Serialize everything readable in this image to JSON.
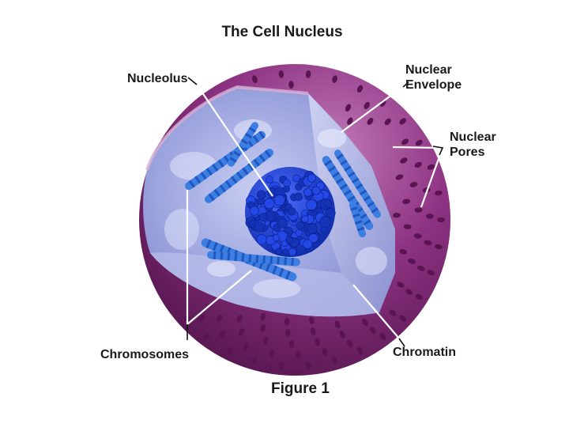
{
  "title": "The Cell Nucleus",
  "caption": "Figure 1",
  "labels": {
    "nucleolus": "Nucleolus",
    "nuclear_envelope_line1": "Nuclear",
    "nuclear_envelope_line2": "Envelope",
    "nuclear_pores_line1": "Nuclear",
    "nuclear_pores_line2": "Pores",
    "chromosomes": "Chromosomes",
    "chromatin": "Chromatin"
  },
  "colors": {
    "envelope": "#8b2f7e",
    "envelope_dark": "#4e1348",
    "envelope_light": "#b05aa5",
    "pore": "#5a1452",
    "interior": "#9fa6e0",
    "nucleolus": "#1a3fd6",
    "chromosome": "#3d7fe0",
    "text": "#1a1a1a"
  }
}
